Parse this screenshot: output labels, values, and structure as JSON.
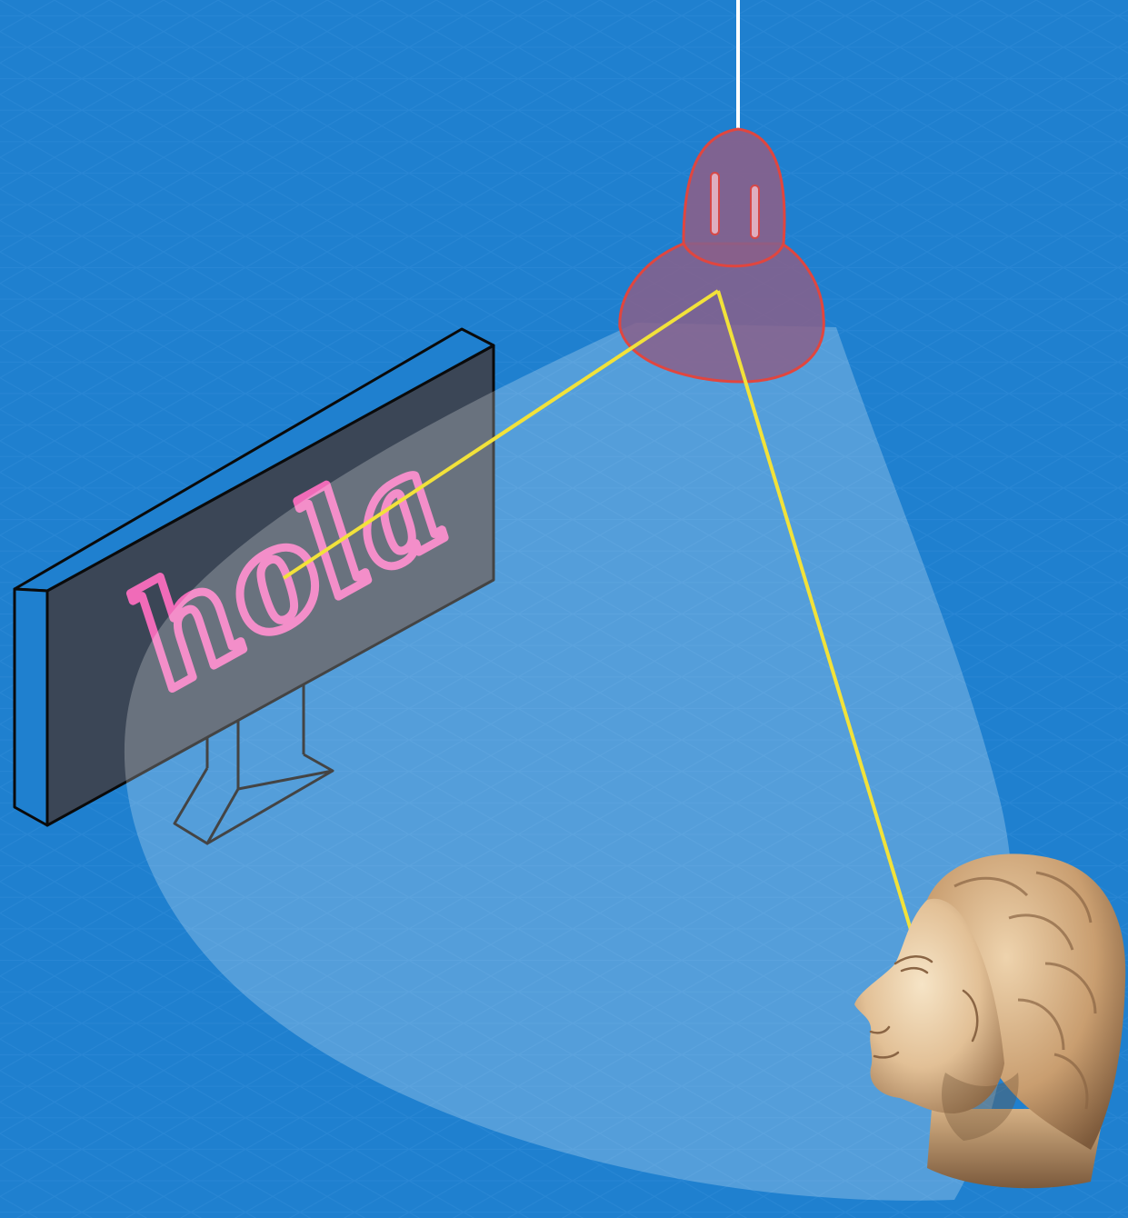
{
  "scene": {
    "sign_text": "hola",
    "colors": {
      "background": "#1f80cf",
      "grid_line": "#3a93dc",
      "light_cone": "#ffffff",
      "light_ray": "#f2e23a",
      "sign_face": "#3b4656",
      "sign_edge": "#0a0a0a",
      "neon_text": "#f06bb8",
      "lamp_fill": "#8a5f8a",
      "lamp_stroke": "#e0463f",
      "cord": "#ffffff",
      "marble_light": "#f3ddbc",
      "marble_mid": "#d9b58a",
      "marble_dark": "#9c7550"
    },
    "objects": [
      {
        "name": "lamp",
        "icon": "pendant-lamp-icon"
      },
      {
        "name": "sign",
        "icon": "monitor-sign-icon"
      },
      {
        "name": "head",
        "icon": "marble-head-icon"
      }
    ]
  }
}
